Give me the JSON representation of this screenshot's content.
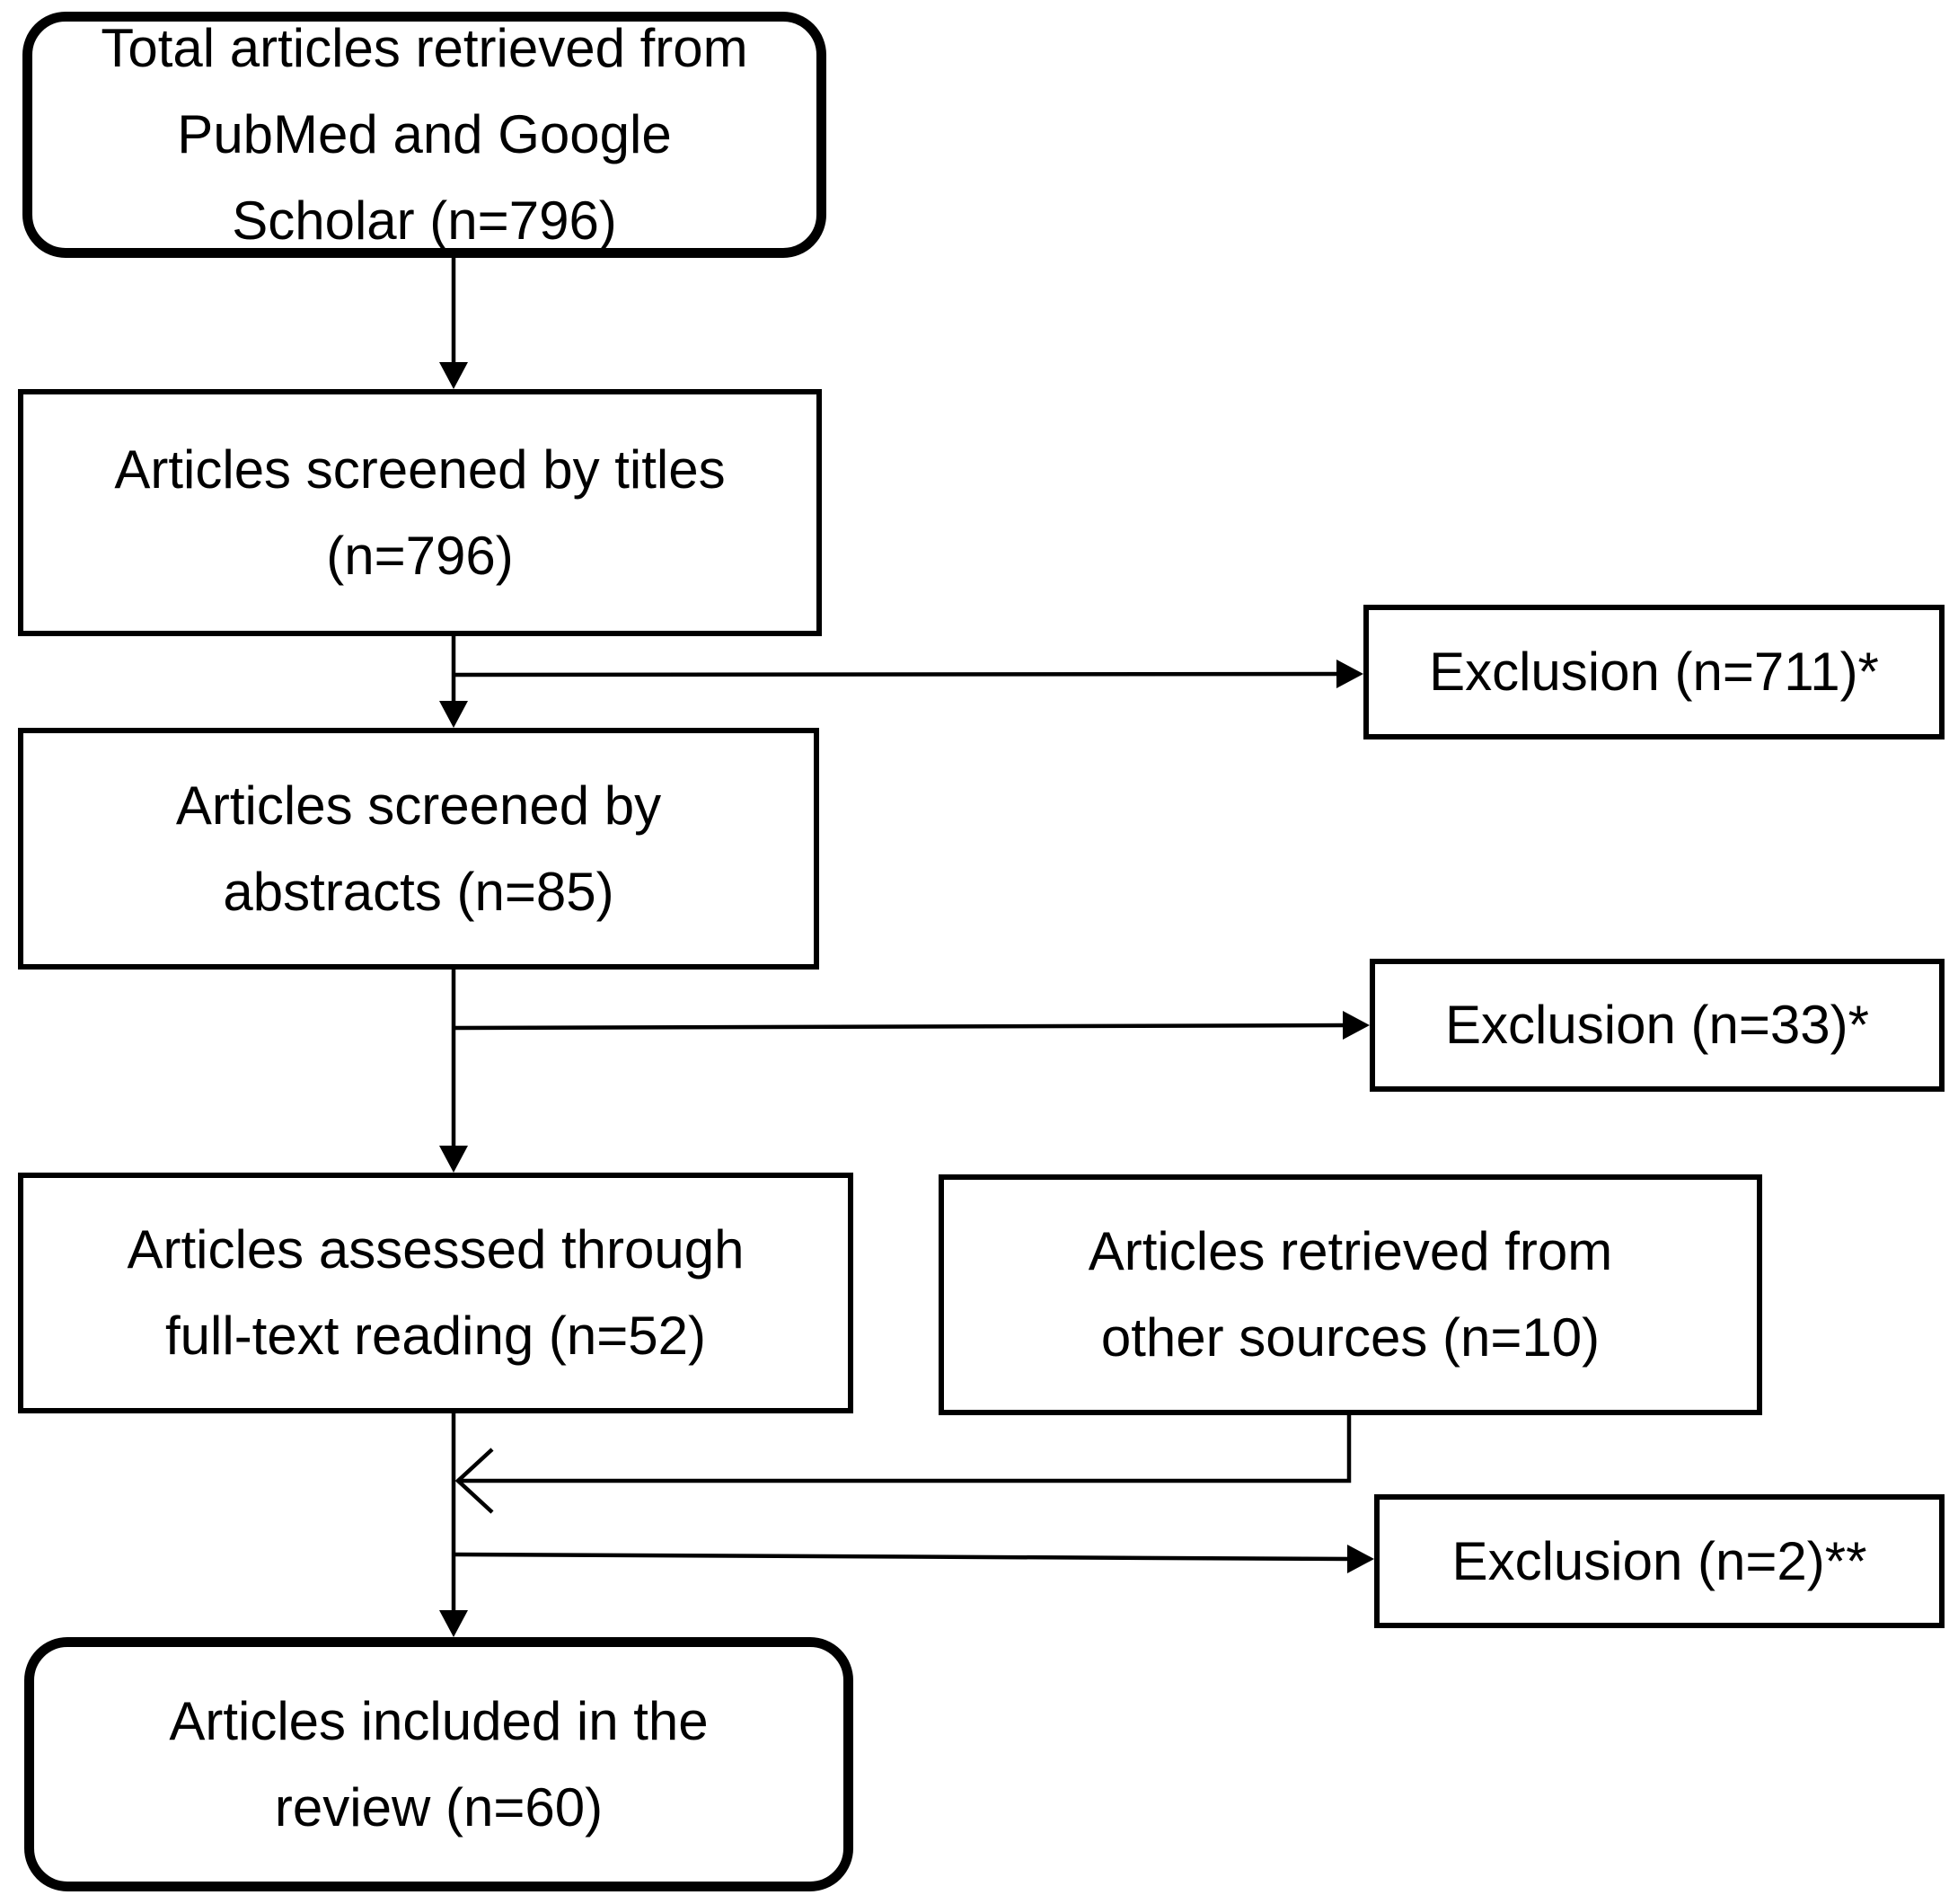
{
  "diagram": {
    "type": "flowchart",
    "colors": {
      "ink": "#000000",
      "background": "#ffffff"
    },
    "nodes": {
      "total": {
        "lines": [
          "Total articles retrieved from",
          "PubMed and Google",
          "Scholar (n=796)"
        ]
      },
      "screened_titles": {
        "lines": [
          "Articles screened by titles",
          "(n=796)"
        ]
      },
      "exclusion_titles": {
        "label": "Exclusion (n=711)*"
      },
      "screened_abstracts": {
        "lines": [
          "Articles screened by",
          "abstracts (n=85)"
        ]
      },
      "exclusion_abstracts": {
        "label": "Exclusion (n=33)*"
      },
      "fulltext": {
        "lines": [
          "Articles assessed through",
          "full-text reading (n=52)"
        ]
      },
      "other_sources": {
        "lines": [
          "Articles retrieved from",
          "other sources (n=10)"
        ]
      },
      "exclusion_fulltext": {
        "label": "Exclusion (n=2)**"
      },
      "included": {
        "lines": [
          "Articles included in the",
          "review (n=60)"
        ]
      }
    }
  }
}
